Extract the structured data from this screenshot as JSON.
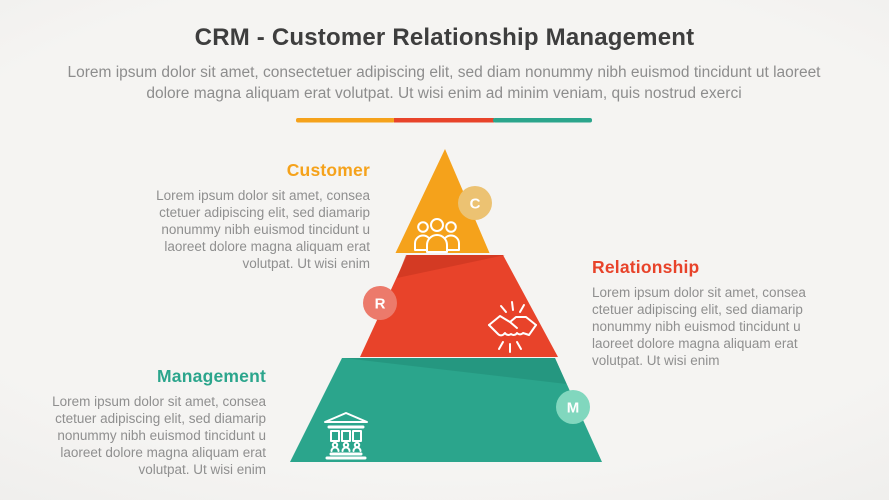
{
  "header": {
    "title": "CRM - Customer Relationship Management",
    "subtitle": "Lorem ipsum dolor sit amet, consectetuer adipiscing elit, sed diam nonummy nibh euismod tincidunt ut laoreet dolore magna aliquam erat volutpat. Ut wisi enim ad minim veniam, quis nostrud exerci"
  },
  "divider": {
    "segments": [
      "#F5A21B",
      "#E8432A",
      "#2BA58C"
    ]
  },
  "pyramid": {
    "levels": [
      {
        "id": "customer",
        "label": "Customer",
        "badge": "C",
        "color": "#F5A21B",
        "shade_color": "#DE8F12",
        "badge_color": "#ECC272",
        "icon": "people-group-icon",
        "description": "Lorem ipsum dolor sit amet, consea ctetuer adipiscing elit, sed diamarip nonummy nibh euismod tincidunt u laoreet dolore magna aliquam erat volutpat. Ut wisi enim"
      },
      {
        "id": "relationship",
        "label": "Relationship",
        "badge": "R",
        "color": "#E8432A",
        "shade_color": "#CE3721",
        "badge_color": "#EC7A6B",
        "icon": "handshake-icon",
        "description": "Lorem ipsum dolor sit amet, consea ctetuer adipiscing elit, sed diamarip nonummy nibh euismod tincidunt u laoreet dolore magna aliquam erat volutpat. Ut wisi enim"
      },
      {
        "id": "management",
        "label": "Management",
        "badge": "M",
        "color": "#2BA58C",
        "shade_color": "#23917B",
        "badge_color": "#81D7BE",
        "icon": "bank-icon",
        "description": "Lorem ipsum dolor sit amet, consea ctetuer adipiscing elit, sed diamarip nonummy nibh euismod tincidunt u laoreet dolore magna aliquam erat volutpat. Ut wisi enim"
      }
    ]
  }
}
